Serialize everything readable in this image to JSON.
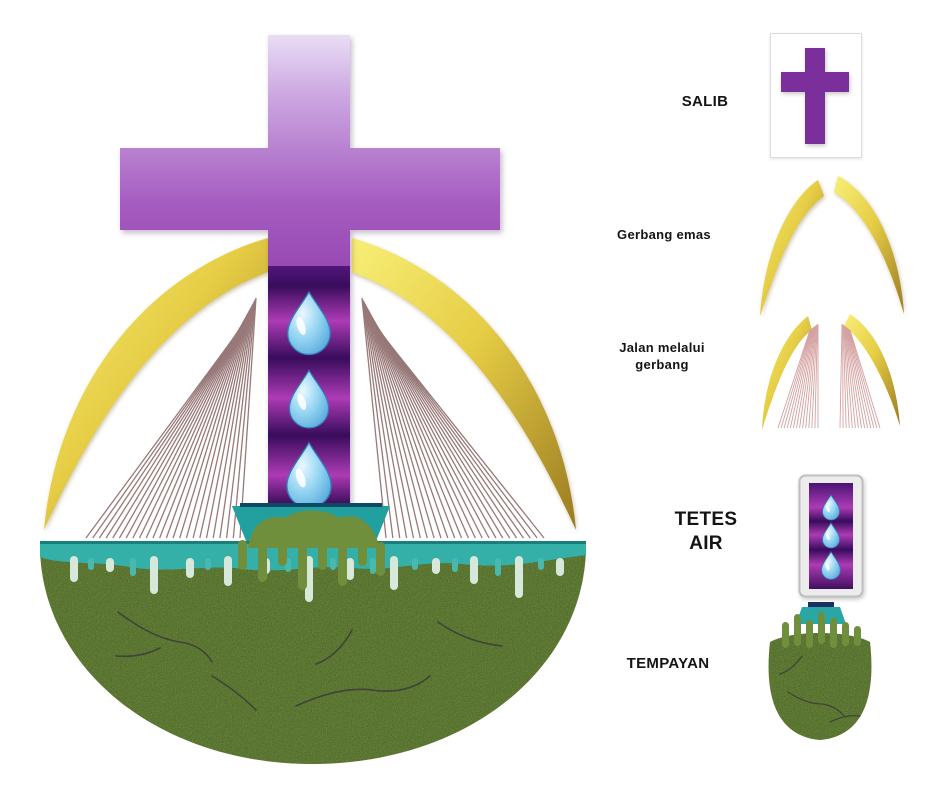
{
  "legend": {
    "items": [
      {
        "id": "salib",
        "label": "SALIB"
      },
      {
        "id": "gerbang-emas",
        "label": "Gerbang emas"
      },
      {
        "id": "jalan-melalui-gerbang",
        "label": "Jalan melalui gerbang"
      },
      {
        "id": "tetes-air",
        "label": "TETES AIR"
      },
      {
        "id": "tempayan",
        "label": "TEMPAYAN"
      }
    ]
  },
  "colors": {
    "cross_purple": "#7b2f9b",
    "cross_light": "#e9ddf5",
    "magenta_glow": "#ad3bb5",
    "gold": "#e6cd45",
    "gold_dark": "#9a7a20",
    "teal": "#2aa7a4",
    "green_jar": "#6f8f3d",
    "drop_blue": "#90d2f1",
    "path_line": "#8d6a6a",
    "crack": "#3b3b3b"
  }
}
